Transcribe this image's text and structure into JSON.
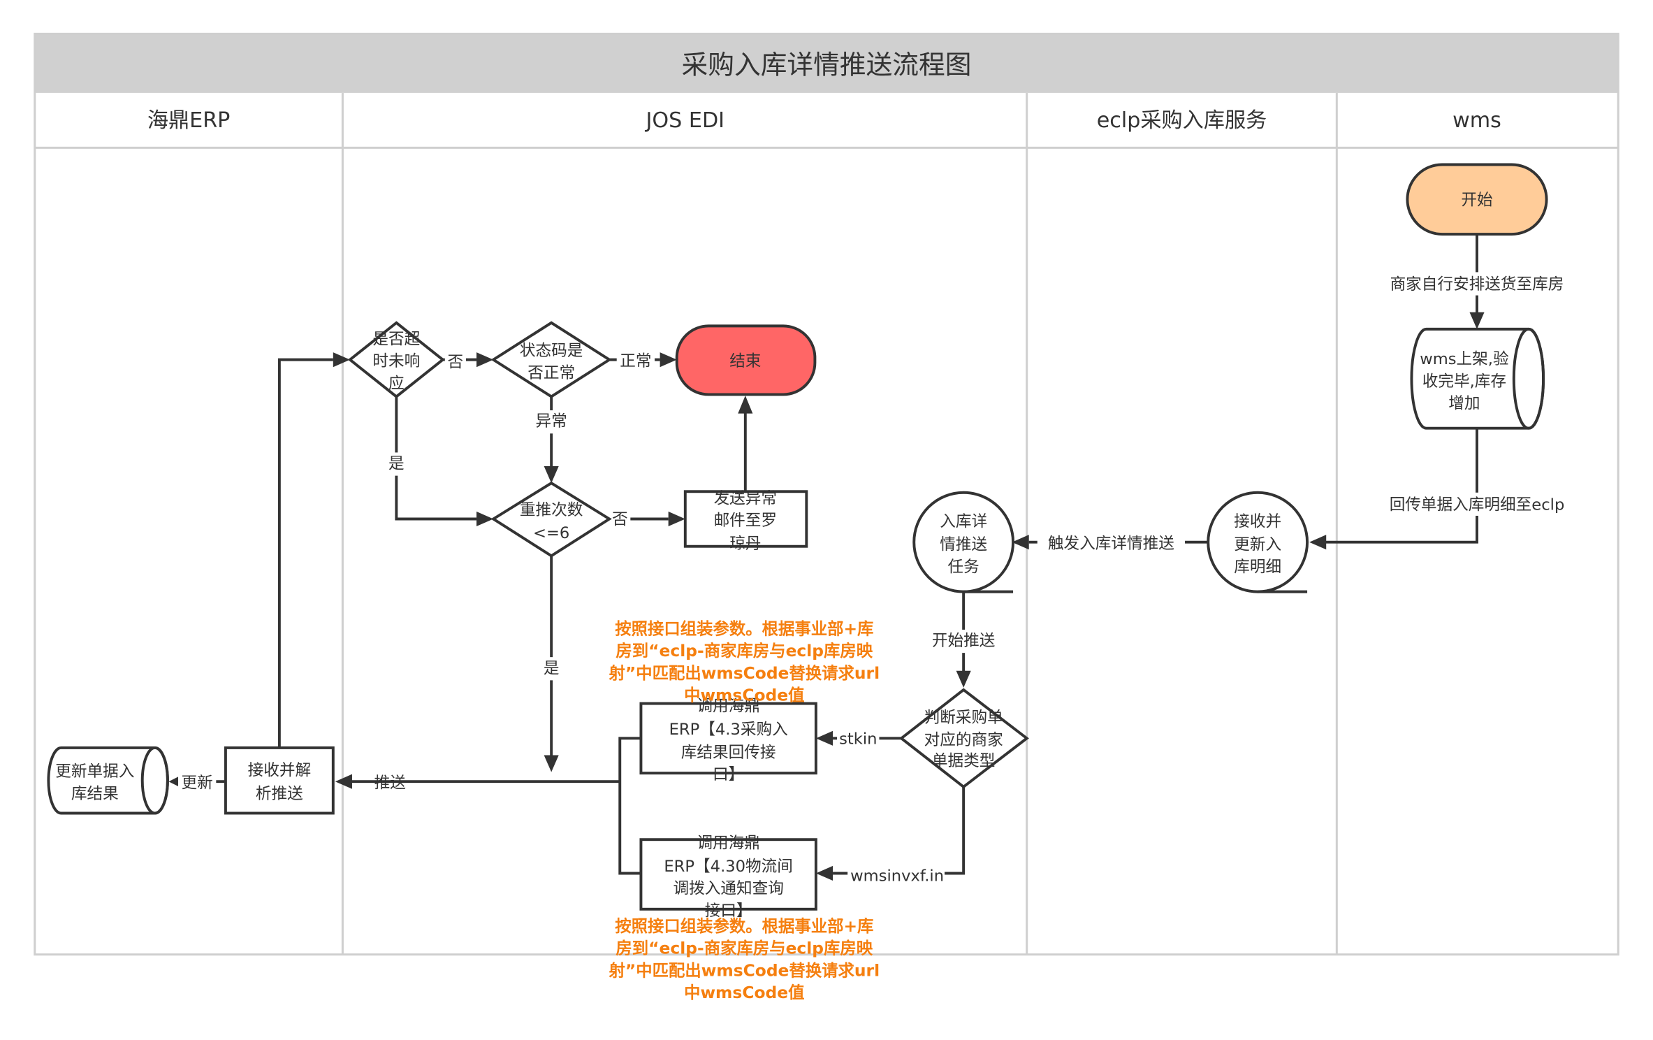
{
  "title": "采购入库详情推送流程图",
  "lanes": [
    "海鼎ERP",
    "JOS EDI",
    "eclp采购入库服务",
    "wms"
  ],
  "colors": {
    "start_fill": "#ffcc99",
    "end_fill": "#ff6666",
    "note": "#f57f0f",
    "header_bg": "#d0d0d0"
  },
  "nodes": {
    "start": [
      "开始"
    ],
    "wms_shelf": [
      "wms上架,验",
      "收完毕,库存",
      "增加"
    ],
    "receive_update": [
      "接收并",
      "更新入",
      "库明细"
    ],
    "push_task": [
      "入库详",
      "情推送",
      "任务"
    ],
    "judge_type": [
      "判断采购单",
      "对应的商家",
      "单据类型"
    ],
    "call_43": [
      "调用海鼎",
      "ERP【4.3采购入",
      "库结果回传接",
      "口】"
    ],
    "call_430": [
      "调用海鼎",
      "ERP【4.30物流间",
      "调拨入通知查询",
      "接口】"
    ],
    "timeout": [
      "是否超",
      "时未响",
      "应"
    ],
    "status_ok": [
      "状态码是",
      "否正常"
    ],
    "end": [
      "结束"
    ],
    "retry": [
      "重推次数",
      "<=6"
    ],
    "send_mail": [
      "发送异常",
      "邮件至罗",
      "琼丹"
    ],
    "receive_parse": [
      "接收并解",
      "析推送"
    ],
    "update_result": [
      "更新单据入",
      "库结果"
    ]
  },
  "edges": {
    "arrange_delivery": "商家自行安排送货至库房",
    "return_detail": "回传单据入库明细至eclp",
    "trigger_push": "触发入库详情推送",
    "start_push": "开始推送",
    "stkin": "stkin",
    "wmsinvxf": "wmsinvxf.in",
    "push": "推送",
    "update": "更新",
    "no1": "否",
    "normal": "正常",
    "abnormal": "异常",
    "yes1": "是",
    "no2": "否",
    "yes2": "是"
  },
  "notes": {
    "top": [
      "按照接口组装参数。根据事业部+库",
      "房到“eclp-商家库房与eclp库房映",
      "射”中匹配出wmsCode替换请求url",
      "中wmsCode值"
    ],
    "bottom": [
      "按照接口组装参数。根据事业部+库",
      "房到“eclp-商家库房与eclp库房映",
      "射”中匹配出wmsCode替换请求url",
      "中wmsCode值"
    ]
  }
}
